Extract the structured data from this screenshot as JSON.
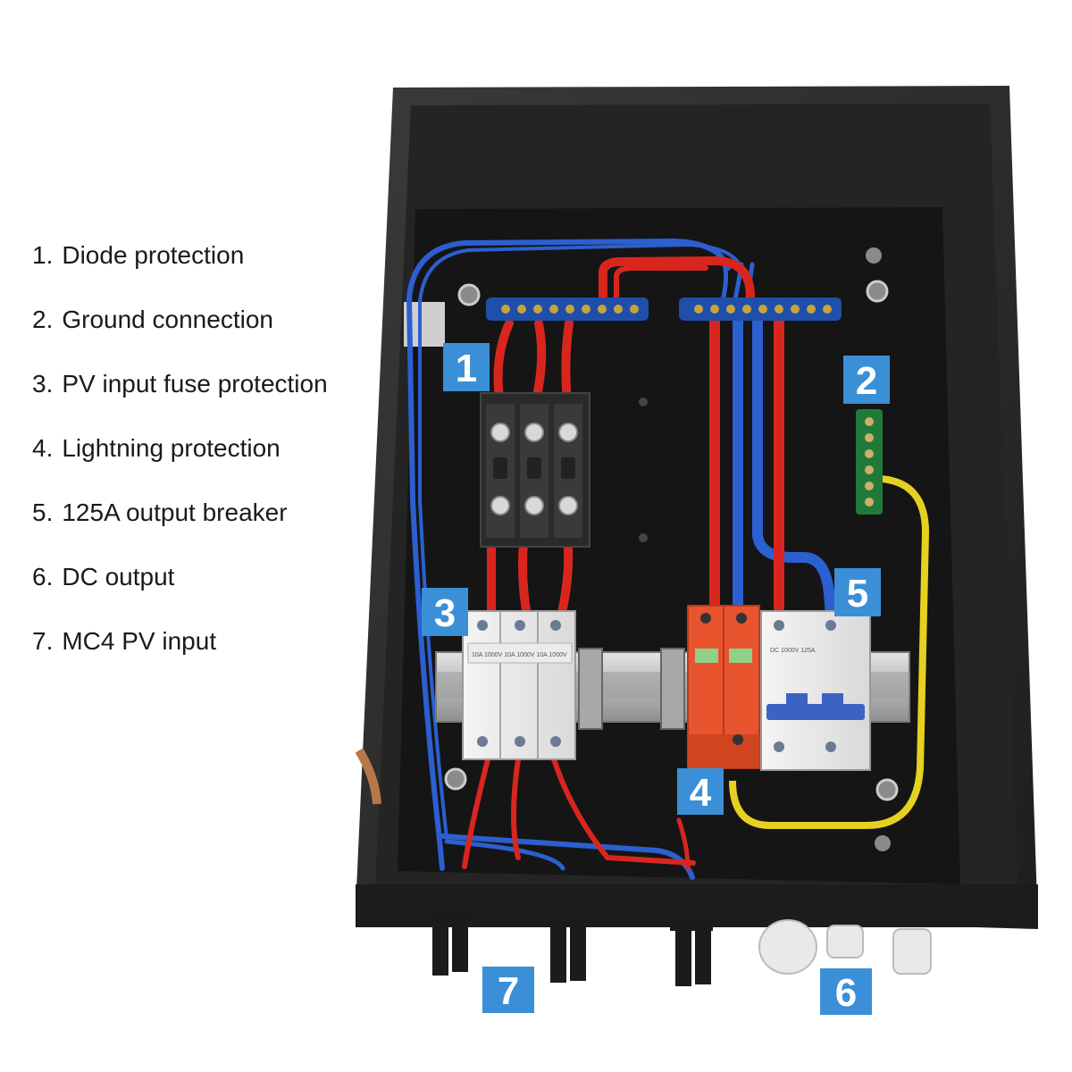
{
  "legend": [
    {
      "num": "1.",
      "label": "Diode protection"
    },
    {
      "num": "2.",
      "label": "Ground connection"
    },
    {
      "num": "3.",
      "label": "PV input fuse protection"
    },
    {
      "num": "4.",
      "label": "Lightning protection"
    },
    {
      "num": "5.",
      "label": "125A output breaker"
    },
    {
      "num": "6.",
      "label": "DC output"
    },
    {
      "num": "7.",
      "label": "MC4 PV input"
    }
  ],
  "badges": [
    "1",
    "2",
    "3",
    "4",
    "5",
    "6",
    "7"
  ],
  "colors": {
    "badge": "#3a8fd6",
    "enclosure": "#2b2b2b",
    "backplate": "#121212",
    "wire_red": "#d8261f",
    "wire_blue": "#2c5fd0",
    "wire_yellow": "#e6d020",
    "terminal_blue": "#1f4fa8",
    "spd_orange": "#e8542e"
  }
}
